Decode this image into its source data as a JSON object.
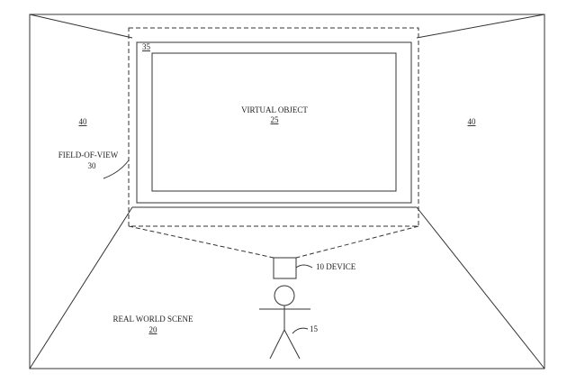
{
  "labels": {
    "virtual_object": "VIRTUAL OBJECT",
    "virtual_object_ref": "25",
    "field_of_view": "FIELD-OF-VIEW",
    "field_of_view_ref": "30",
    "fov_region_ref": "35",
    "left_wall_ref": "40",
    "right_wall_ref": "40",
    "device": "10 DEVICE",
    "user_ref": "15",
    "real_world_scene": "REAL WORLD SCENE",
    "real_world_scene_ref": "20"
  },
  "colors": {
    "line": "#333333",
    "background": "#ffffff"
  }
}
